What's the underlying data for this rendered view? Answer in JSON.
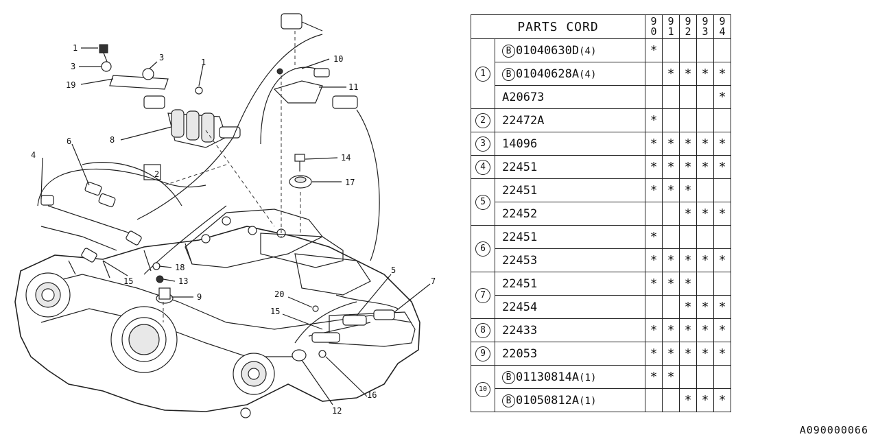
{
  "doc_code": "A090000066",
  "table": {
    "title": "PARTS CORD",
    "years": [
      [
        "9",
        "0"
      ],
      [
        "9",
        "1"
      ],
      [
        "9",
        "2"
      ],
      [
        "9",
        "3"
      ],
      [
        "9",
        "4"
      ]
    ],
    "groups": [
      {
        "ref": "1",
        "rows": [
          {
            "badge": "B",
            "part": "01040630D",
            "qty": "(4)",
            "marks": [
              "*",
              "",
              "",
              "",
              ""
            ]
          },
          {
            "badge": "B",
            "part": "01040628A",
            "qty": "(4)",
            "marks": [
              "",
              "*",
              "*",
              "*",
              "*"
            ]
          },
          {
            "badge": "",
            "part": "A20673",
            "qty": "",
            "marks": [
              "",
              "",
              "",
              "",
              "*"
            ]
          }
        ]
      },
      {
        "ref": "2",
        "rows": [
          {
            "badge": "",
            "part": "22472A",
            "qty": "",
            "marks": [
              "*",
              "",
              "",
              "",
              ""
            ]
          }
        ]
      },
      {
        "ref": "3",
        "rows": [
          {
            "badge": "",
            "part": "14096",
            "qty": "",
            "marks": [
              "*",
              "*",
              "*",
              "*",
              "*"
            ]
          }
        ]
      },
      {
        "ref": "4",
        "rows": [
          {
            "badge": "",
            "part": "22451",
            "qty": "",
            "marks": [
              "*",
              "*",
              "*",
              "*",
              "*"
            ]
          }
        ]
      },
      {
        "ref": "5",
        "rows": [
          {
            "badge": "",
            "part": "22451",
            "qty": "",
            "marks": [
              "*",
              "*",
              "*",
              "",
              ""
            ]
          },
          {
            "badge": "",
            "part": "22452",
            "qty": "",
            "marks": [
              "",
              "",
              "*",
              "*",
              "*"
            ]
          }
        ]
      },
      {
        "ref": "6",
        "rows": [
          {
            "badge": "",
            "part": "22451",
            "qty": "",
            "marks": [
              "*",
              "",
              "",
              "",
              ""
            ]
          },
          {
            "badge": "",
            "part": "22453",
            "qty": "",
            "marks": [
              "*",
              "*",
              "*",
              "*",
              "*"
            ]
          }
        ]
      },
      {
        "ref": "7",
        "rows": [
          {
            "badge": "",
            "part": "22451",
            "qty": "",
            "marks": [
              "*",
              "*",
              "*",
              "",
              ""
            ]
          },
          {
            "badge": "",
            "part": "22454",
            "qty": "",
            "marks": [
              "",
              "",
              "*",
              "*",
              "*"
            ]
          }
        ]
      },
      {
        "ref": "8",
        "rows": [
          {
            "badge": "",
            "part": "22433",
            "qty": "",
            "marks": [
              "*",
              "*",
              "*",
              "*",
              "*"
            ]
          }
        ]
      },
      {
        "ref": "9",
        "rows": [
          {
            "badge": "",
            "part": "22053",
            "qty": "",
            "marks": [
              "*",
              "*",
              "*",
              "*",
              "*"
            ]
          }
        ]
      },
      {
        "ref": "10",
        "rows": [
          {
            "badge": "B",
            "part": "01130814A",
            "qty": "(1)",
            "marks": [
              "*",
              "*",
              "",
              "",
              ""
            ]
          },
          {
            "badge": "B",
            "part": "01050812A",
            "qty": "(1)",
            "marks": [
              "",
              "",
              "*",
              "*",
              "*"
            ]
          }
        ]
      }
    ]
  },
  "diagram": {
    "callouts": [
      "1",
      "2",
      "3",
      "3",
      "19",
      "1",
      "8",
      "10",
      "11",
      "14",
      "17",
      "4",
      "6",
      "2",
      "18",
      "13",
      "9",
      "15",
      "20",
      "15",
      "5",
      "7",
      "12",
      "16"
    ]
  }
}
